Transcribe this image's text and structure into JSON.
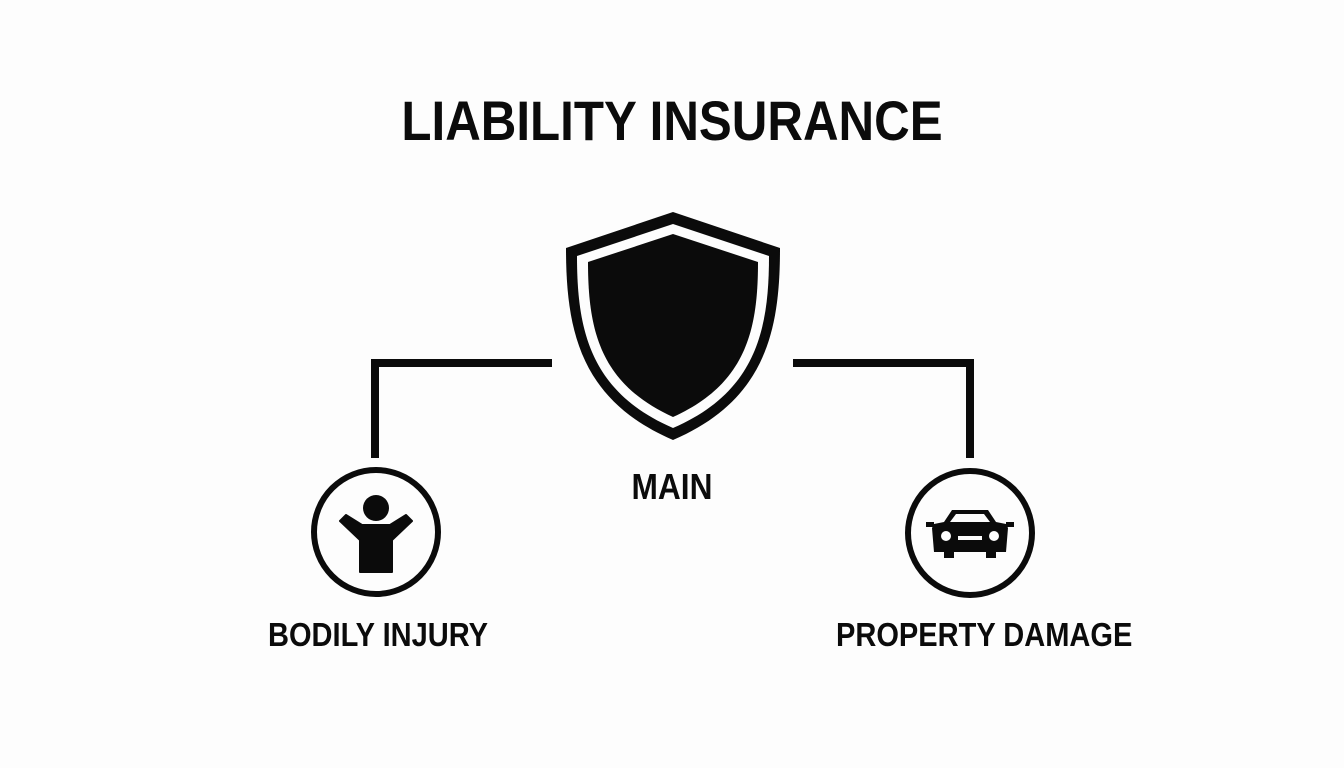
{
  "diagram": {
    "title": "LIABILITY INSURANCE",
    "main_label": "MAIN",
    "left_label": "BODILY INJURY",
    "right_label": "PROPERTY DAMAGE",
    "icons": {
      "main": "shield-icon",
      "left": "person-icon",
      "right": "car-icon"
    },
    "colors": {
      "ink": "#0b0b0b",
      "background": "#fdfdfd"
    }
  }
}
